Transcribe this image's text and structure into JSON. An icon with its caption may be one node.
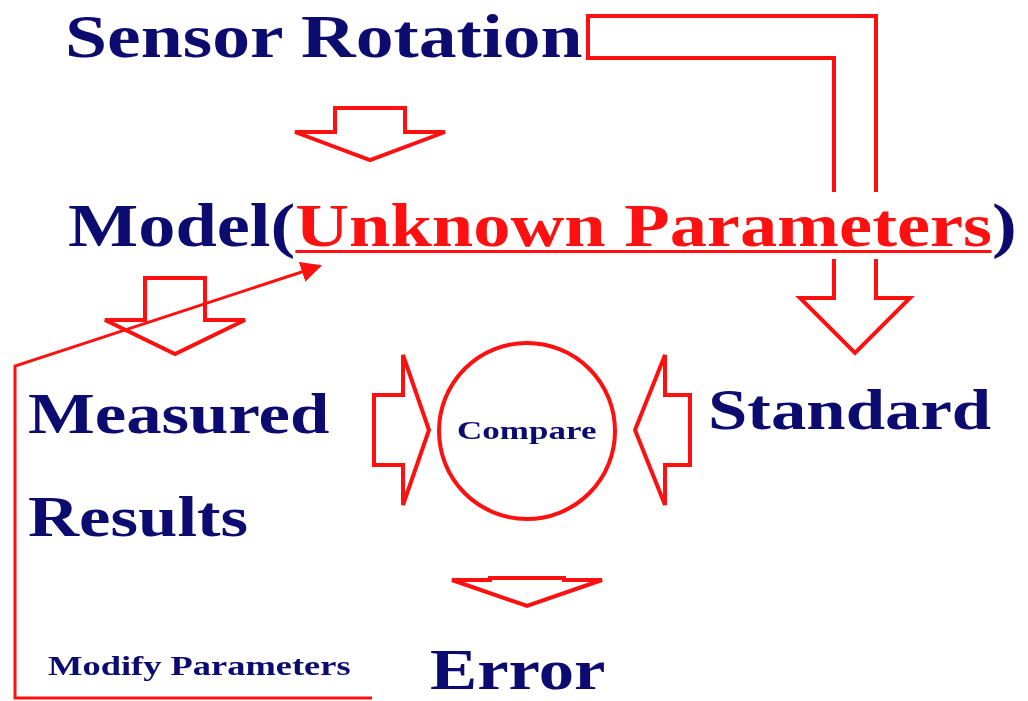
{
  "diagram": {
    "nodes": [
      {
        "text": [
          "Sensor Rotation"
        ]
      },
      {
        "text": [
          "Model(",
          "Unknown Parameters",
          ")"
        ]
      },
      {
        "text": [
          "Measured Results"
        ]
      },
      {
        "text": [
          "Compare"
        ]
      },
      {
        "text": [
          "Standard"
        ]
      },
      {
        "text": [
          "Error"
        ]
      }
    ],
    "edges": [
      {
        "from": 0,
        "to": 1,
        "arrow": "to"
      },
      {
        "from": 1,
        "to": 2,
        "arrow": "to"
      },
      {
        "from": 2,
        "to": 3,
        "arrow": "to"
      },
      {
        "from": 4,
        "to": 3,
        "arrow": "to"
      },
      {
        "from": 3,
        "to": 5,
        "arrow": "to"
      },
      {
        "from": 0,
        "to": 4,
        "arrow": "to"
      },
      {
        "from": null,
        "to": 1,
        "arrow": "to",
        "label": "Modify Parameters"
      }
    ]
  }
}
